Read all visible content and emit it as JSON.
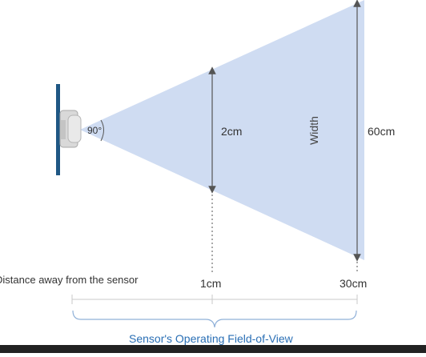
{
  "diagram": {
    "angle_label": "90°",
    "near_width_label": "2cm",
    "far_width_label": "60cm",
    "width_axis_label": "Width",
    "distance_caption": "Distance away from the sensor",
    "near_distance_label": "1cm",
    "far_distance_label": "30cm",
    "fov_caption": "Sensor's Operating Field-of-View"
  },
  "colors": {
    "beam_fill": "#c7d6f0",
    "sensor_mount": "#1f5784",
    "arrow": "#555555",
    "caption_blue": "#2a6fb5",
    "bracket": "#8fb0d8",
    "footer_bar": "#222222"
  }
}
